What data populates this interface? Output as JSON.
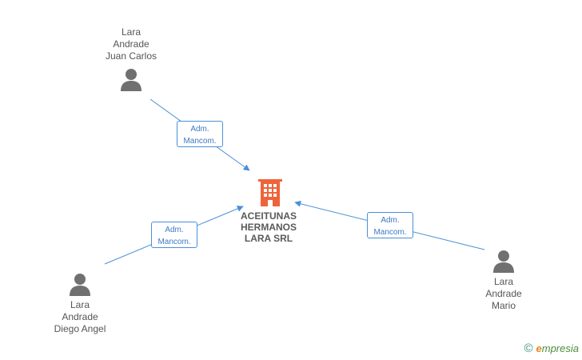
{
  "persons": [
    {
      "id": "top",
      "lines": [
        "Lara",
        "Andrade",
        "Juan Carlos"
      ]
    },
    {
      "id": "bottom-left",
      "lines": [
        "Lara",
        "Andrade",
        "Diego Angel"
      ]
    },
    {
      "id": "right",
      "lines": [
        "Lara",
        "Andrade",
        "Mario"
      ]
    }
  ],
  "company": {
    "lines": [
      "ACEITUNAS",
      "HERMANOS",
      "LARA SRL"
    ]
  },
  "edges": [
    {
      "from": "top",
      "label": [
        "Adm.",
        "Mancom."
      ]
    },
    {
      "from": "bottom-left",
      "label": [
        "Adm.",
        "Mancom."
      ]
    },
    {
      "from": "right",
      "label": [
        "Adm.",
        "Mancom."
      ]
    }
  ],
  "brand": {
    "copyright": "©",
    "initial": "e",
    "name": "mpresia"
  },
  "colors": {
    "edge": "#4a90d9",
    "company_icon": "#f0633a",
    "person_icon": "#707070"
  }
}
